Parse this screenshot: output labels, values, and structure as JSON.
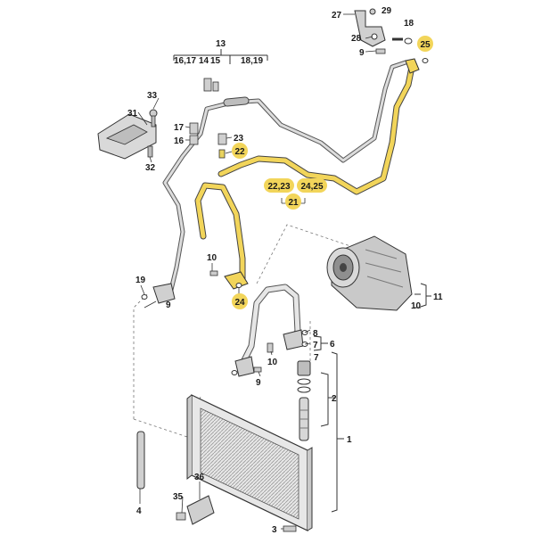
{
  "diagram": {
    "accent_color": "#f2d55a",
    "line_color": "#333333",
    "labels": {
      "l27": "27",
      "l29": "29",
      "l18": "18",
      "l28": "28",
      "l25a": "25",
      "l9a": "9",
      "l13": "13",
      "l1617": "16,17",
      "l14": "14",
      "l15": "15",
      "l1819": "18,19",
      "l33": "33",
      "l31": "31",
      "l32": "32",
      "l17": "17",
      "l16": "16",
      "l23": "23",
      "l22": "22",
      "l2223": "22,23",
      "l2425": "24,25",
      "l21": "21",
      "l10a": "10",
      "l24": "24",
      "l19": "19",
      "l9b": "9",
      "l11": "11",
      "l10b": "10",
      "l8": "8",
      "l7a": "7",
      "l6": "6",
      "l7b": "7",
      "l10c": "10",
      "l9c": "9",
      "l2": "2",
      "l1": "1",
      "l36": "36",
      "l35": "35",
      "l4": "4",
      "l3": "3"
    }
  }
}
